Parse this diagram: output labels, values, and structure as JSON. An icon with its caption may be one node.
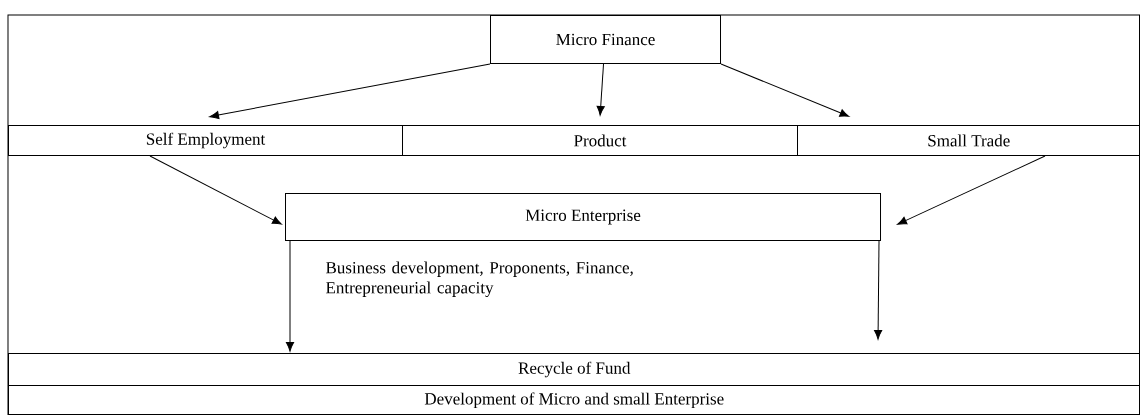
{
  "diagram": {
    "nodes": [
      {
        "text": [
          "Micro Finance"
        ]
      },
      {
        "text": [
          "Self Employment"
        ]
      },
      {
        "text": [
          "Product"
        ]
      },
      {
        "text": [
          "Small Trade"
        ]
      },
      {
        "text": [
          "Micro Enterprise"
        ]
      },
      {
        "text": [
          "Recycle of Fund"
        ]
      },
      {
        "text": [
          "Development of Micro and small Enterprise"
        ]
      }
    ],
    "edges": [
      {
        "from": 0,
        "to": 1,
        "arrow": "to"
      },
      {
        "from": 0,
        "to": 2,
        "arrow": "to"
      },
      {
        "from": 0,
        "to": 3,
        "arrow": "to"
      },
      {
        "from": 1,
        "to": 4,
        "arrow": "to"
      },
      {
        "from": 3,
        "to": 4,
        "arrow": "to"
      },
      {
        "from": 4,
        "to": 5,
        "arrow": "to"
      },
      {
        "from": 4,
        "to": 5,
        "arrow": "to"
      }
    ],
    "labels": [
      "Business development, Proponents, Finance, Entrepreneurial capacity"
    ]
  }
}
